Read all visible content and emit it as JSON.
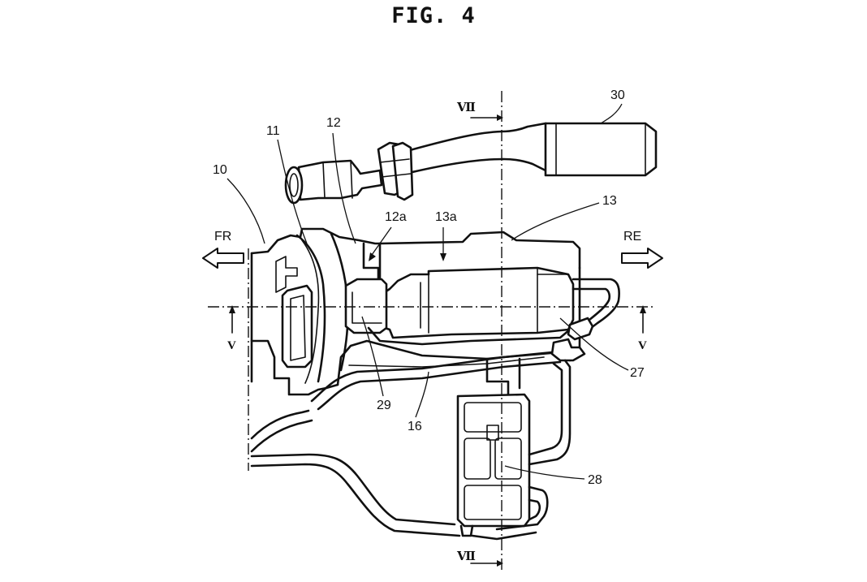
{
  "figure": {
    "title": "FIG. 4",
    "labels": {
      "l10": "10",
      "l11": "11",
      "l12": "12",
      "l12a": "12a",
      "l13": "13",
      "l13a": "13a",
      "l16": "16",
      "l27": "27",
      "l28": "28",
      "l29": "29",
      "l30": "30"
    },
    "directions": {
      "front": "FR",
      "rear": "RE"
    },
    "section_marks": {
      "vii_top": "Ⅶ",
      "vii_bottom": "Ⅶ",
      "v_left": "V",
      "v_right": "V"
    }
  }
}
